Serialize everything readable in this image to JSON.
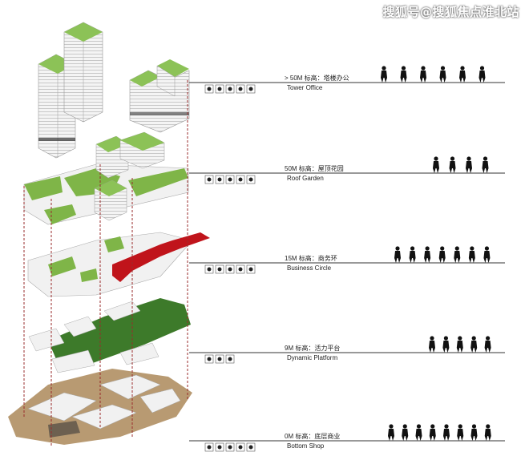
{
  "watermark": "搜狐号@搜狐焦点淮北站",
  "levels": [
    {
      "id": "tower-office",
      "cn": "> 50M 标高：塔楼办公",
      "en": "Tower Office",
      "icons": [
        "desk-worker-icon",
        "meeting-icon",
        "walking-icon",
        "mail-icon",
        "envelope-icon"
      ]
    },
    {
      "id": "roof-garden",
      "cn": "50M 标高：屋顶花园",
      "en": "Roof Garden",
      "icons": [
        "desk-worker-icon",
        "meeting-icon",
        "walking-icon",
        "mail-icon",
        "envelope-icon"
      ]
    },
    {
      "id": "business-circle",
      "cn": "15M 标高：商务环",
      "en": "Business Circle",
      "icons": [
        "gear-icon",
        "meeting-icon",
        "walking-icon",
        "coffee-icon",
        "briefcase-icon"
      ]
    },
    {
      "id": "dynamic-platform",
      "cn": "9M 标高：活力平台",
      "en": "Dynamic Platform",
      "icons": [
        "dining-icon",
        "coffee-icon",
        "cocktail-icon"
      ]
    },
    {
      "id": "bottom-shop",
      "cn": "0M 标高：底层商业",
      "en": "Bottom Shop",
      "icons": [
        "dining-icon",
        "coffee-icon",
        "cocktail-icon",
        "car-icon",
        "shop-icon"
      ]
    }
  ],
  "colors": {
    "green": "#7fb548",
    "dark_green": "#3d7a2a",
    "red": "#c0141b",
    "ground": "#b89a72",
    "line": "#333333",
    "dash": "#9a2b2b"
  }
}
